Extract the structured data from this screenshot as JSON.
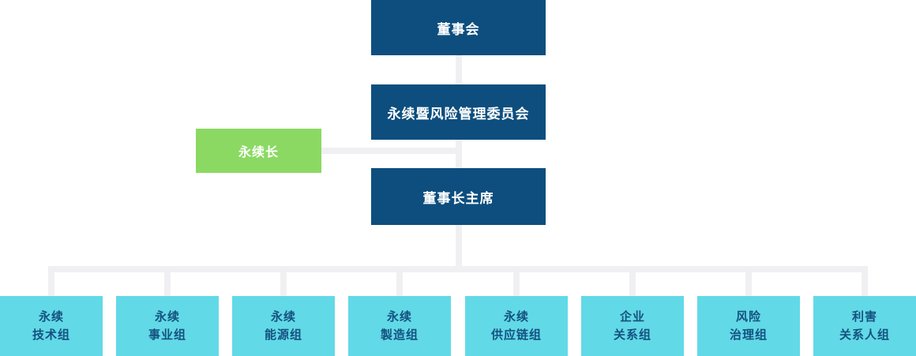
{
  "org_chart": {
    "board": {
      "label": "董事会"
    },
    "committee": {
      "label": "永续暨风险管理委员会"
    },
    "cso": {
      "label": "永续长"
    },
    "chairman": {
      "label": "董事长主席"
    },
    "groups": [
      {
        "line1": "永续",
        "line2": "技术组"
      },
      {
        "line1": "永续",
        "line2": "事业组"
      },
      {
        "line1": "永续",
        "line2": "能源组"
      },
      {
        "line1": "永续",
        "line2": "製造组"
      },
      {
        "line1": "永续",
        "line2": "供应链组"
      },
      {
        "line1": "企业",
        "line2": "关系组"
      },
      {
        "line1": "风险",
        "line2": "治理组"
      },
      {
        "line1": "利害",
        "line2": "关系人组"
      }
    ]
  },
  "colors": {
    "primary_blue": "#0d4e7e",
    "green": "#8bd963",
    "cyan": "#62d9e7",
    "group_text": "#14527f",
    "connector": "#f0f0f2"
  }
}
